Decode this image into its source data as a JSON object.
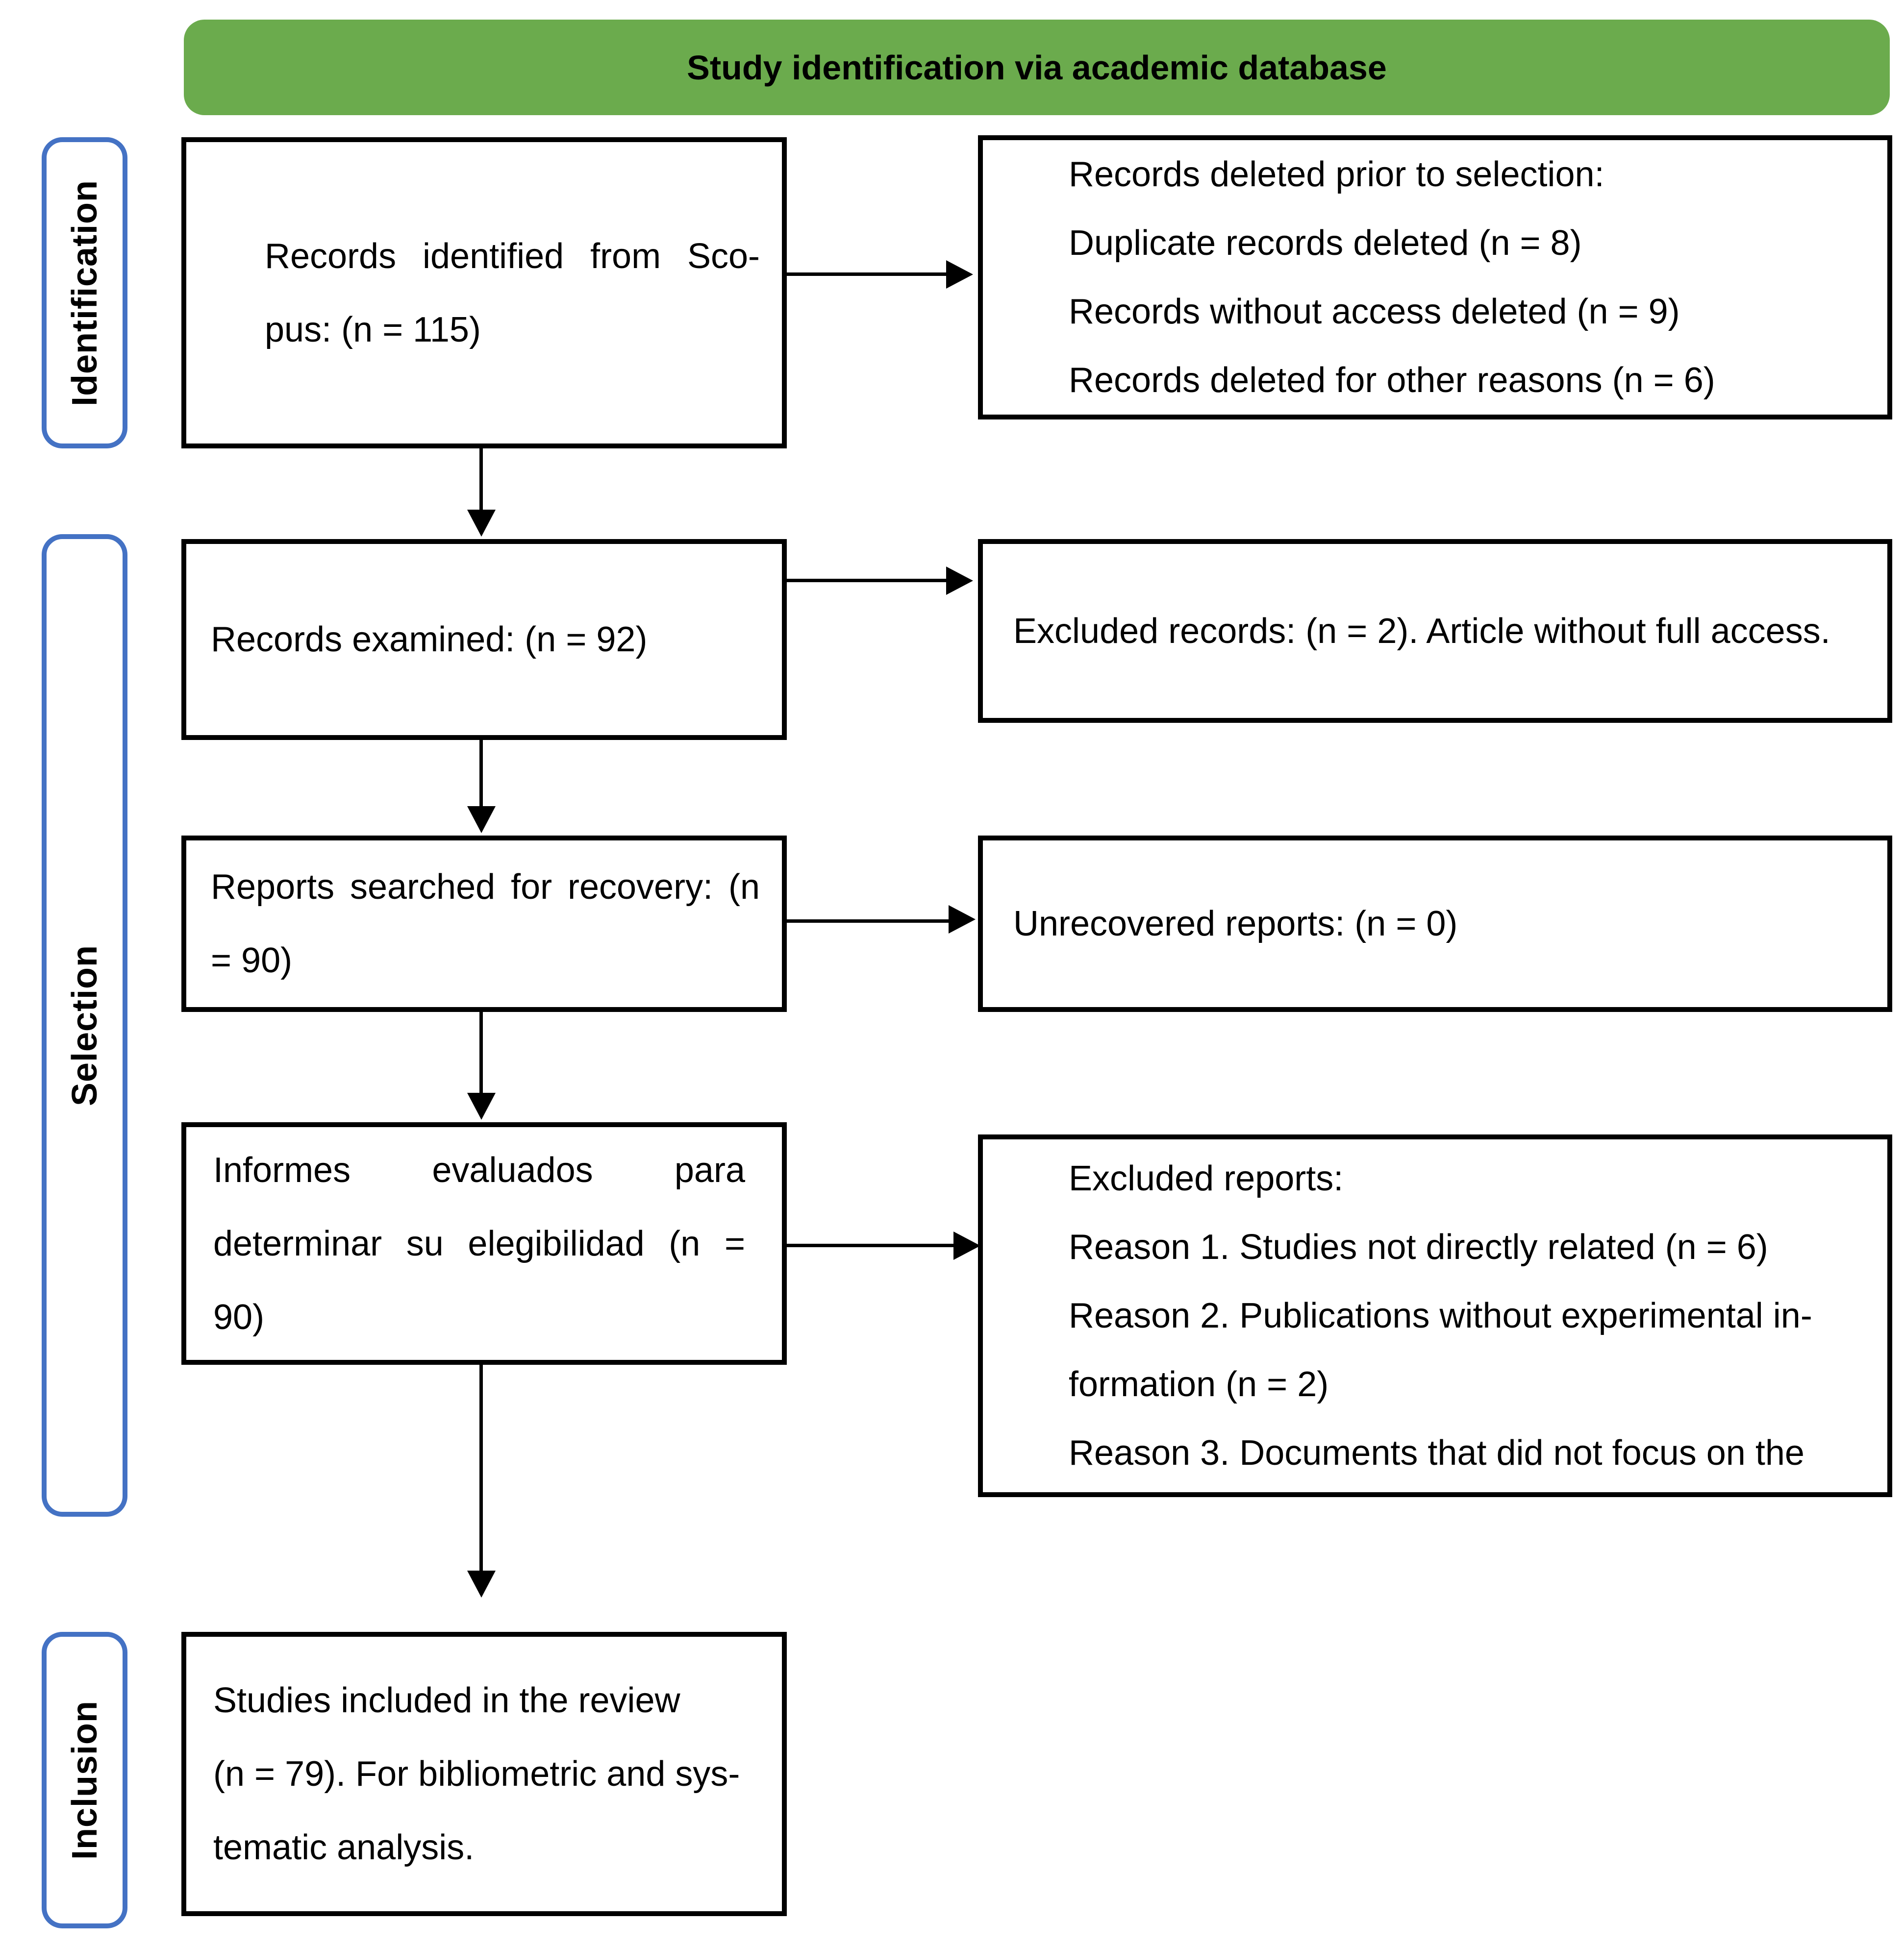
{
  "banner": {
    "label": "Study identification via academic database"
  },
  "colors": {
    "green": "#6BAB4D",
    "blue": "#4472C4",
    "line": "#000000"
  },
  "side_labels": {
    "identification": "Identification",
    "selection": "Selection",
    "inclusion": "Inclusion"
  },
  "boxes": {
    "identified": {
      "lines": [
        "Records identified from Sco-",
        "pus: (n = 115)"
      ]
    },
    "records_deleted": {
      "lines": [
        "Records deleted prior to selection:",
        "Duplicate records deleted (n = 8)",
        "Records without access deleted (n = 9)",
        "Records deleted for other reasons (n = 6)"
      ]
    },
    "records_examined": {
      "lines": [
        "Records examined: (n = 92)"
      ]
    },
    "excluded_records": {
      "lines": [
        "Excluded records: (n = 2). Article without full access."
      ]
    },
    "reports_searched": {
      "lines": [
        "Reports searched for recovery: (n",
        "= 90)"
      ]
    },
    "unrecovered_reports": {
      "lines": [
        "Unrecovered reports: (n = 0)"
      ]
    },
    "reports_evaluated": {
      "lines": [
        "Informes",
        "evaluados",
        "para",
        "determinar su elegibilidad (n =",
        "90)"
      ],
      "line1": "Informes evaluados para",
      "line2": "determinar su elegibilidad (n =",
      "line3": "90)"
    },
    "excluded_reports": {
      "lines": [
        "Excluded reports:",
        "Reason 1. Studies not directly related (n = 6)",
        "Reason 2. Publications without experimental in-",
        "formation (n = 2)",
        "Reason 3. Documents that did not focus on the"
      ]
    },
    "studies_included": {
      "lines": [
        "Studies included in the review",
        "(n = 79). For bibliometric and sys-",
        "tematic analysis."
      ]
    }
  }
}
